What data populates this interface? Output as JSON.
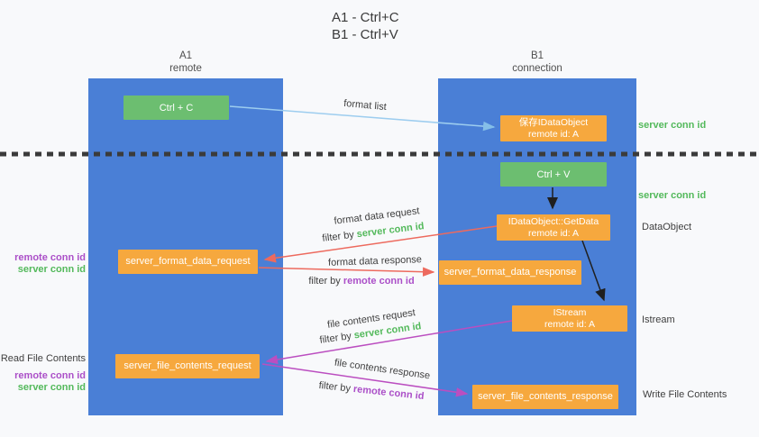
{
  "title": {
    "line1": "A1 - Ctrl+C",
    "line2": "B1 - Ctrl+V"
  },
  "lanes": {
    "left": {
      "title": "A1",
      "subtitle": "remote"
    },
    "right": {
      "title": "B1",
      "subtitle": "connection"
    }
  },
  "nodes": {
    "ctrl_c": {
      "label": "Ctrl + C"
    },
    "save_dataobject": {
      "line1": "保存IDataObject",
      "line2": "remote id: A"
    },
    "ctrl_v": {
      "label": "Ctrl + V"
    },
    "getdata": {
      "line1": "IDataObject::GetData",
      "line2": "remote id: A"
    },
    "format_request": {
      "label": "server_format_data_request"
    },
    "format_response": {
      "label": "server_format_data_response"
    },
    "istream": {
      "line1": "IStream",
      "line2": "remote id: A"
    },
    "file_request": {
      "label": "server_file_contents_request"
    },
    "file_response": {
      "label": "server_file_contents_response"
    }
  },
  "edges": {
    "format_list": {
      "label": "format list"
    },
    "format_data_request": {
      "label": "format data request",
      "filter_prefix": "filter by ",
      "filter_key": "server conn id"
    },
    "format_data_response": {
      "label": "format data response",
      "filter_prefix": "filter by ",
      "filter_key": "remote conn id"
    },
    "file_contents_request": {
      "label": "file contents request",
      "filter_prefix": "filter by ",
      "filter_key": "server conn id"
    },
    "file_contents_response": {
      "label": "file contents response",
      "filter_prefix": "filter by ",
      "filter_key": "remote conn id"
    }
  },
  "annotations": {
    "server_conn_id_top": "server conn id",
    "server_conn_id_mid": "server conn id",
    "dataobject": "DataObject",
    "istream": "Istream",
    "read_file_contents": "Read File Contents",
    "write_file_contents": "Write File Contents",
    "left_mid": {
      "remote": "remote conn id",
      "server": "server conn id"
    },
    "left_bottom": {
      "remote": "remote conn id",
      "server": "server conn id"
    }
  },
  "colors": {
    "lane_blue": "#4a7fd6",
    "node_orange": "#f6a83e",
    "node_green": "#6cbe70",
    "green_text": "#53b95b",
    "purple_text": "#ab4fc8",
    "red_arrow": "#ed6a5e",
    "magenta_arrow": "#bb4ec0",
    "blue_arrow": "#9dcdef",
    "black_arrow": "#1f1f1f"
  }
}
